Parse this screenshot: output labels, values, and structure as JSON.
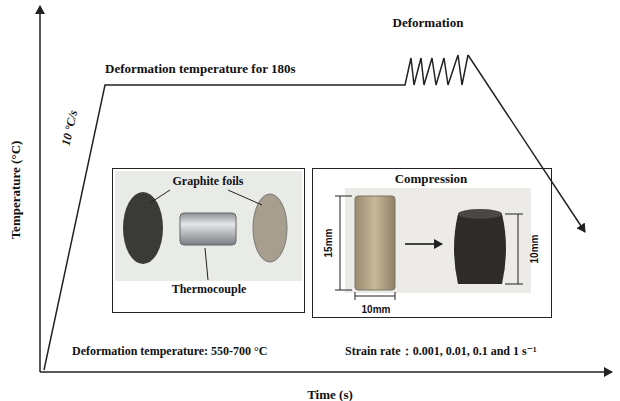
{
  "diagram": {
    "nodes": [
      {
        "text": [
          "Graphite foils",
          "Thermocouple"
        ]
      },
      {
        "text": [
          "Compression",
          "15mm",
          "10mm",
          "10mm"
        ]
      }
    ],
    "labels": [
      "Temperature (°C)",
      "Time (s)",
      "10 °C/s",
      "Deformation temperature for 180s",
      "Deformation",
      "Deformation temperature: 550-700 °C",
      "Strain rate：0.001, 0.01, 0.1 and 1 s⁻¹"
    ]
  }
}
